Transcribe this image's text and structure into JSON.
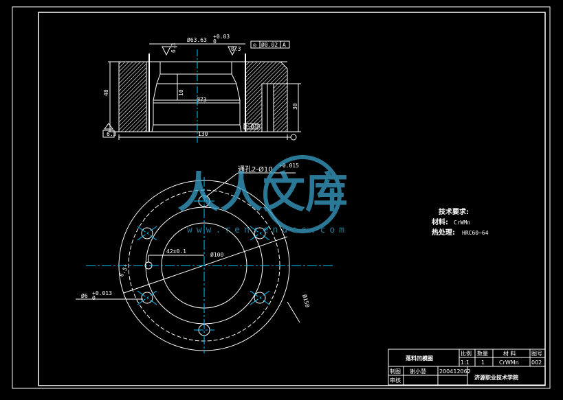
{
  "colors": {
    "background": "#000000",
    "lines": "#ffffff",
    "centerlines": "#00c8ff",
    "watermark": "#3aa0c8"
  },
  "section_view": {
    "dim_outer_diameter": "Ø63.63",
    "dim_outer_tol": "+0.03",
    "dim_outer_tol_low": "0",
    "roughness_top": "6.3",
    "roughness_right": "0.3",
    "flatness_symbol": "◎",
    "flatness_value": "Ø0.02",
    "datum": "A",
    "dim_height": "48",
    "dim_step": "10",
    "dim_bore": "Ø73",
    "dim_depth": "30",
    "dim_width": "130",
    "dim_small": "2-Ø13",
    "roughness_bottom": "6.3"
  },
  "plan_view": {
    "through_hole_note": "通孔2-Ø10",
    "through_hole_tol": "+0.015",
    "dim_center": "Ø100",
    "dim_offset": "42±0.1",
    "dim_pin": "Ø6",
    "dim_pin_tol": "+0.013",
    "dim_pin_tol_low": "0",
    "dim_outer": "Ø150",
    "dim_angle": "6.5°"
  },
  "tech_requirements": {
    "heading": "技术要求:",
    "material_label": "材料:",
    "material_value": "CrWMn",
    "heat_label": "热处理:",
    "heat_value": "HRC60~64"
  },
  "watermark": {
    "text": "人人文库",
    "url": "www.renrendoc.com"
  },
  "title_block": {
    "drawing_name": "落料凹模图",
    "col_scale": "比例",
    "col_qty": "数量",
    "col_material": "材 料",
    "col_no": "图号",
    "scale": "1:1",
    "qty": "1",
    "material": "CrWMn",
    "number": "002",
    "row_draw": "制图",
    "drafter": "谢小慧",
    "student_id": "200412062",
    "row_check": "审核",
    "school": "济源职业技术学院"
  }
}
